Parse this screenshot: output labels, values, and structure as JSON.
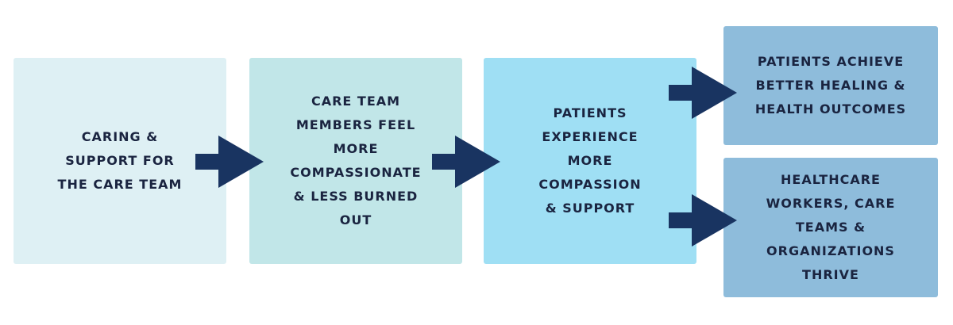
{
  "diagram": {
    "boxes": [
      {
        "id": "caring-support",
        "text": "CARING &\nSUPPORT FOR\nTHE CARE TEAM",
        "color": "#def0f4"
      },
      {
        "id": "care-team-compassion",
        "text": "CARE TEAM\nMEMBERS FEEL\nMORE\nCOMPASSIONATE\n& LESS BURNED\nOUT",
        "color": "#c1e6e8"
      },
      {
        "id": "patients-experience",
        "text": "PATIENTS\nEXPERIENCE\nMORE\nCOMPASSION\n& SUPPORT",
        "color": "#9fdff4"
      },
      {
        "id": "patients-outcomes",
        "text": "PATIENTS ACHIEVE\nBETTER HEALING &\nHEALTH OUTCOMES",
        "color": "#8ebcdb"
      },
      {
        "id": "workers-thrive",
        "text": "HEALTHCARE\nWORKERS, CARE\nTEAMS &\nORGANIZATIONS\nTHRIVE",
        "color": "#8ebcdb"
      }
    ],
    "arrow_color": "#193461"
  }
}
